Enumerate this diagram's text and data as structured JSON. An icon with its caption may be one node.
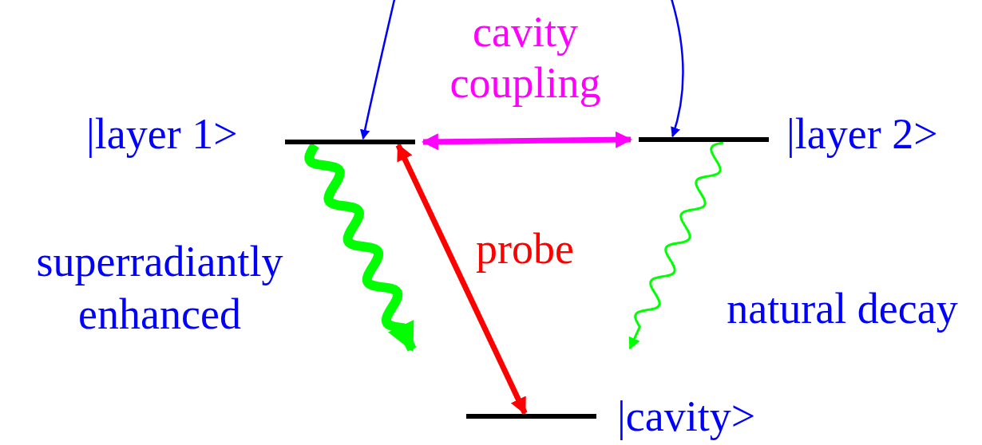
{
  "diagram": {
    "nodes": [
      {
        "text": [],
        "shape": "bar",
        "beside": [
          "|layer 1>"
        ]
      },
      {
        "text": [],
        "shape": "bar",
        "beside": [
          "|layer 2>"
        ]
      },
      {
        "text": [],
        "shape": "bar",
        "beside": [
          "|cavity>"
        ]
      }
    ],
    "edges": [
      {
        "from": null,
        "to": 0,
        "arrow": "to",
        "color": "#0000ff"
      },
      {
        "from": null,
        "to": 1,
        "arrow": "to",
        "color": "#0000ff"
      },
      {
        "from": 0,
        "to": 1,
        "arrow": "both",
        "label": "cavity coupling",
        "style": "thick",
        "color": "#ff00ff"
      },
      {
        "from": 2,
        "to": 0,
        "arrow": "both",
        "label": "probe",
        "style": "thick",
        "color": "#ff0000"
      },
      {
        "from": 0,
        "to": null,
        "arrow": "to",
        "style": "thick",
        "color": "#00ff00"
      },
      {
        "from": 1,
        "to": null,
        "arrow": "to",
        "color": "#00ff00"
      }
    ],
    "labels": [
      "superradiantly enhanced",
      "natural decay"
    ]
  }
}
